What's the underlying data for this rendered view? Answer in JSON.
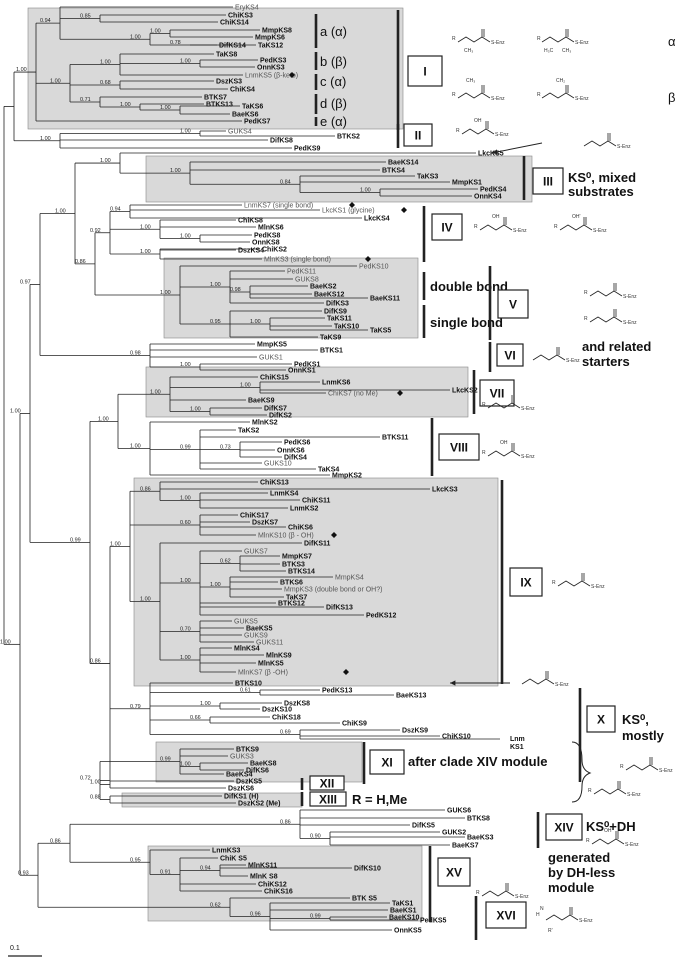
{
  "tree": {
    "leaves": [
      {
        "id": "EryKS4",
        "label": "EryKS4"
      },
      {
        "id": "ChiKS3",
        "label": "ChiKS3"
      },
      {
        "id": "ChiKS14",
        "label": "ChiKS14"
      },
      {
        "id": "MmpKS8",
        "label": "MmpKS8"
      },
      {
        "id": "MmpKS6",
        "label": "MmpKS6"
      },
      {
        "id": "DifKS14",
        "label": "DifKS14"
      },
      {
        "id": "TaKS12",
        "label": "TaKS12"
      },
      {
        "id": "TaKS8",
        "label": "TaKS8"
      },
      {
        "id": "PedKS3",
        "label": "PedKS3"
      },
      {
        "id": "OnnKS3",
        "label": "OnnKS3"
      },
      {
        "id": "LnmKS5",
        "label": "LnmKS5 (β-keto)"
      },
      {
        "id": "DszKS3",
        "label": "DszKS3"
      },
      {
        "id": "ChiKS4",
        "label": "ChiKS4"
      },
      {
        "id": "BTKS7",
        "label": "BTKS7"
      },
      {
        "id": "BTKS13",
        "label": "BTKS13"
      },
      {
        "id": "TaKS6",
        "label": "TaKS6"
      },
      {
        "id": "BaeKS6",
        "label": "BaeKS6"
      },
      {
        "id": "PedKS7",
        "label": "PedKS7"
      },
      {
        "id": "GUKS4",
        "label": "GUKS4"
      },
      {
        "id": "BTKS2",
        "label": "BTKS2"
      },
      {
        "id": "DifKS8",
        "label": "DifKS8"
      },
      {
        "id": "PedKS9",
        "label": "PedKS9"
      },
      {
        "id": "LkcKS5",
        "label": "LkcKS5"
      },
      {
        "id": "BaeKS14",
        "label": "BaeKS14"
      },
      {
        "id": "BTKS4",
        "label": "BTKS4"
      },
      {
        "id": "TaKS3",
        "label": "TaKS3"
      },
      {
        "id": "MmpKS1",
        "label": "MmpKS1"
      },
      {
        "id": "PedKS4",
        "label": "PedKS4"
      },
      {
        "id": "OnnKS4",
        "label": "OnnKS4"
      },
      {
        "id": "LnmKS7",
        "label": "LnmKS7 (single bond)"
      },
      {
        "id": "LkcKS1",
        "label": "LkcKS1 (glycine)"
      },
      {
        "id": "LkcKS4",
        "label": "LkcKS4"
      },
      {
        "id": "ChiKS8",
        "label": "ChiKS8"
      },
      {
        "id": "MlnKS6",
        "label": "MlnKS6"
      },
      {
        "id": "PedKS8",
        "label": "PedKS8"
      },
      {
        "id": "OnnKS8",
        "label": "OnnKS8"
      },
      {
        "id": "DszKS4",
        "label": "DszKS4"
      },
      {
        "id": "ChiKS2",
        "label": "ChiKS2"
      },
      {
        "id": "MlnKS3",
        "label": "MlnKS3 (single bond)"
      },
      {
        "id": "PedKS10",
        "label": "PedKS10"
      },
      {
        "id": "PedKS11",
        "label": "PedKS11"
      },
      {
        "id": "GUKS8",
        "label": "GUKS8"
      },
      {
        "id": "BaeKS2",
        "label": "BaeKS2"
      },
      {
        "id": "BaeKS12",
        "label": "BaeKS12"
      },
      {
        "id": "BaeKS11",
        "label": "BaeKS11"
      },
      {
        "id": "DifKS3",
        "label": "DifKS3"
      },
      {
        "id": "DifKS9",
        "label": "DifKS9"
      },
      {
        "id": "TaKS11",
        "label": "TaKS11"
      },
      {
        "id": "TaKS10",
        "label": "TaKS10"
      },
      {
        "id": "TaKS5",
        "label": "TaKS5"
      },
      {
        "id": "TaKS9",
        "label": "TaKS9"
      },
      {
        "id": "MmpKS5",
        "label": "MmpKS5"
      },
      {
        "id": "BTKS1",
        "label": "BTKS1"
      },
      {
        "id": "GUKS1",
        "label": "GUKS1"
      },
      {
        "id": "PedKS1",
        "label": "PedKS1"
      },
      {
        "id": "OnnKS1",
        "label": "OnnKS1"
      },
      {
        "id": "ChiKS15",
        "label": "ChiKS15"
      },
      {
        "id": "LnmKS6",
        "label": "LnmKS6"
      },
      {
        "id": "LkcKS2",
        "label": "LkcKS2"
      },
      {
        "id": "ChiKS7",
        "label": "ChiKS7 (no Me)"
      },
      {
        "id": "BaeKS9",
        "label": "BaeKS9"
      },
      {
        "id": "DifKS7",
        "label": "DifKS7"
      },
      {
        "id": "DifKS2",
        "label": "DifKS2"
      },
      {
        "id": "MlnKS2",
        "label": "MlnKS2"
      },
      {
        "id": "TaKS2",
        "label": "TaKS2"
      },
      {
        "id": "BTKS11",
        "label": "BTKS11"
      },
      {
        "id": "PedKS6",
        "label": "PedKS6"
      },
      {
        "id": "OnnKS6",
        "label": "OnnKS6"
      },
      {
        "id": "DifKS4",
        "label": "DifKS4"
      },
      {
        "id": "GUKS10",
        "label": "GUKS10"
      },
      {
        "id": "TaKS4",
        "label": "TaKS4"
      },
      {
        "id": "MmpKS2",
        "label": "MmpKS2"
      },
      {
        "id": "ChiKS13",
        "label": "ChiKS13"
      },
      {
        "id": "LkcKS3",
        "label": "LkcKS3"
      },
      {
        "id": "LnmKS4",
        "label": "LnmKS4"
      },
      {
        "id": "ChiKS11",
        "label": "ChiKS11"
      },
      {
        "id": "LnmKS2",
        "label": "LnmKS2"
      },
      {
        "id": "ChiKS17",
        "label": "ChiKS17"
      },
      {
        "id": "DszKS7",
        "label": "DszKS7"
      },
      {
        "id": "ChiKS6",
        "label": "ChiKS6"
      },
      {
        "id": "MlnKS10",
        "label": "MlnKS10 (β - OH)"
      },
      {
        "id": "DifKS11",
        "label": "DifKS11"
      },
      {
        "id": "GUKS7",
        "label": "GUKS7"
      },
      {
        "id": "MmpKS7",
        "label": "MmpKS7"
      },
      {
        "id": "BTKS3",
        "label": "BTKS3"
      },
      {
        "id": "BTKS14",
        "label": "BTKS14"
      },
      {
        "id": "MmpKS4",
        "label": "MmpKS4"
      },
      {
        "id": "BTKS6",
        "label": "BTKS6"
      },
      {
        "id": "MmpKS3",
        "label": "MmpKS3 (double bond or OH?)"
      },
      {
        "id": "TaKS7",
        "label": "TaKS7"
      },
      {
        "id": "BTKS12",
        "label": "BTKS12"
      },
      {
        "id": "DifKS13",
        "label": "DifKS13"
      },
      {
        "id": "PedKS12",
        "label": "PedKS12"
      },
      {
        "id": "GUKS5",
        "label": "GUKS5"
      },
      {
        "id": "BaeKS5",
        "label": "BaeKS5"
      },
      {
        "id": "GUKS9",
        "label": "GUKS9"
      },
      {
        "id": "GUKS11",
        "label": "GUKS11"
      },
      {
        "id": "MlnKS4",
        "label": "MlnKS4"
      },
      {
        "id": "MlnKS9",
        "label": "MlnKS9"
      },
      {
        "id": "MlnKS5",
        "label": "MlnKS5"
      },
      {
        "id": "MlnKS7",
        "label": "MlnKS7 (β -OH)"
      },
      {
        "id": "BTKS10",
        "label": "BTKS10"
      },
      {
        "id": "PedKS13",
        "label": "PedKS13"
      },
      {
        "id": "BaeKS13",
        "label": "BaeKS13"
      },
      {
        "id": "DszKS8",
        "label": "DszKS8"
      },
      {
        "id": "DszKS10",
        "label": "DszKS10"
      },
      {
        "id": "ChiKS18",
        "label": "ChiKS18"
      },
      {
        "id": "ChiKS9",
        "label": "ChiKS9"
      },
      {
        "id": "DszKS9",
        "label": "DszKS9"
      },
      {
        "id": "ChiKS10",
        "label": "ChiKS10"
      },
      {
        "id": "LnmKS1",
        "label": "Lnm KS1"
      },
      {
        "id": "BTKS9",
        "label": "BTKS9"
      },
      {
        "id": "GUKS3",
        "label": "GUKS3"
      },
      {
        "id": "BaeKS8",
        "label": "BaeKS8"
      },
      {
        "id": "DifKS6",
        "label": "DifKS6"
      },
      {
        "id": "BaeKS4",
        "label": "BaeKS4"
      },
      {
        "id": "DszKS5",
        "label": "DszKS5"
      },
      {
        "id": "DszKS6",
        "label": "DszKS6"
      },
      {
        "id": "DifKS1",
        "label": "DifKS1 (H)"
      },
      {
        "id": "DszKS2",
        "label": "DszKS2 (Me)"
      },
      {
        "id": "GUKS6",
        "label": "GUKS6"
      },
      {
        "id": "BTKS8",
        "label": "BTKS8"
      },
      {
        "id": "DifKS5",
        "label": "DifKS5"
      },
      {
        "id": "GUKS2",
        "label": "GUKS2"
      },
      {
        "id": "BaeKS3",
        "label": "BaeKS3"
      },
      {
        "id": "BaeKS7",
        "label": "BaeKS7"
      },
      {
        "id": "LnmKS3",
        "label": "LnmKS3"
      },
      {
        "id": "ChiKS5",
        "label": "ChiK S5"
      },
      {
        "id": "MlnKS11",
        "label": "MlnKS11"
      },
      {
        "id": "DifKS10",
        "label": "DifKS10"
      },
      {
        "id": "MlnKS8",
        "label": "MlnK S8"
      },
      {
        "id": "ChiKS12",
        "label": "ChiKS12"
      },
      {
        "id": "ChiKS16",
        "label": "ChiKS16"
      },
      {
        "id": "BTKS5",
        "label": "BTK S5"
      },
      {
        "id": "TaKS1",
        "label": "TaKS1"
      },
      {
        "id": "BaeKS1",
        "label": "BaeKS1"
      },
      {
        "id": "BaeKS10",
        "label": "BaeKS10"
      },
      {
        "id": "PedKS5",
        "label": "PedKS5"
      },
      {
        "id": "OnnKS5",
        "label": "OnnKS5"
      }
    ],
    "bootstrap_values": [
      "0.85",
      "1.00",
      "0.78",
      "1.00",
      "0.94",
      "1.00",
      "1.00",
      "0.68",
      "1.00",
      "1.00",
      "0.71",
      "1.00",
      "1.00",
      "1.00",
      "1.00",
      "1.00",
      "0.84",
      "1.00",
      "1.00",
      "1.00",
      "1.00",
      "0.94",
      "1.00",
      "0.92",
      "0.98",
      "1.00",
      "1.00",
      "0.95",
      "1.00",
      "0.86",
      "1.00",
      "1.00",
      "0.98",
      "0.97",
      "1.00",
      "1.00",
      "1.00",
      "0.73",
      "0.99",
      "1.00",
      "1.00",
      "1.00",
      "0.86",
      "0.60",
      "0.62",
      "1.00",
      "1.00",
      "0.70",
      "1.00",
      "1.00",
      "1.00",
      "0.61",
      "1.00",
      "0.66",
      "0.69",
      "0.79",
      "1.00",
      "0.99",
      "1.00",
      "0.88",
      "0.72",
      "0.86",
      "0.99",
      "0.90",
      "0.86",
      "0.94",
      "0.91",
      "0.95",
      "0.99",
      "0.96",
      "0.62",
      "0.86",
      "0.93",
      "1.00",
      "1.00",
      "0.95",
      "1.00",
      "1.00",
      "0.95",
      "1.00",
      "1.00",
      "0.64",
      "1.00",
      "1.00",
      "1.00",
      "1.00",
      "1.00",
      "0.97",
      "0.87",
      "1.00",
      "1.00",
      "0.90",
      "0.86"
    ],
    "scale_bar": "0.1"
  },
  "clades": [
    {
      "id": "I",
      "label": "I"
    },
    {
      "id": "II",
      "label": "II"
    },
    {
      "id": "III",
      "label": "III",
      "note_line1": "KS⁰, mixed",
      "note_line2": "substrates"
    },
    {
      "id": "IV",
      "label": "IV"
    },
    {
      "id": "V",
      "label": "V"
    },
    {
      "id": "VI",
      "label": "VI",
      "note_line1": "and related",
      "note_line2": "starters"
    },
    {
      "id": "VII",
      "label": "VII"
    },
    {
      "id": "VIII",
      "label": "VIII"
    },
    {
      "id": "IX",
      "label": "IX"
    },
    {
      "id": "X",
      "label": "X",
      "note_line1": "KS⁰,",
      "note_line2": "mostly"
    },
    {
      "id": "XI",
      "label": "XI",
      "note_line1": "after clade XIV module"
    },
    {
      "id": "XII",
      "label": "XII"
    },
    {
      "id": "XIII",
      "label": "XIII",
      "note_line1": "R = H,Me"
    },
    {
      "id": "XIV",
      "label": "XIV",
      "note_line1": "KS⁰+DH"
    },
    {
      "id": "XV",
      "label": "XV",
      "note_line1": "generated",
      "note_line2": "by DH-less",
      "note_line3": "module"
    },
    {
      "id": "XVI",
      "label": "XVI"
    }
  ],
  "subclades": [
    {
      "label": "a (α)"
    },
    {
      "label": "b (β)"
    },
    {
      "label": "c (α)"
    },
    {
      "label": "d (β)"
    },
    {
      "label": "e (α)"
    },
    {
      "label": "double bond"
    },
    {
      "label": "single bond"
    }
  ],
  "chem": {
    "senz": "S-Enz",
    "alpha": "α",
    "beta": "β",
    "r": "R",
    "r_prime": "R'",
    "oh": "OH",
    "nh": "N",
    "h": "H",
    "h3c": "H₃C",
    "ch3": "CH₃",
    "ch2": "CH₂"
  }
}
